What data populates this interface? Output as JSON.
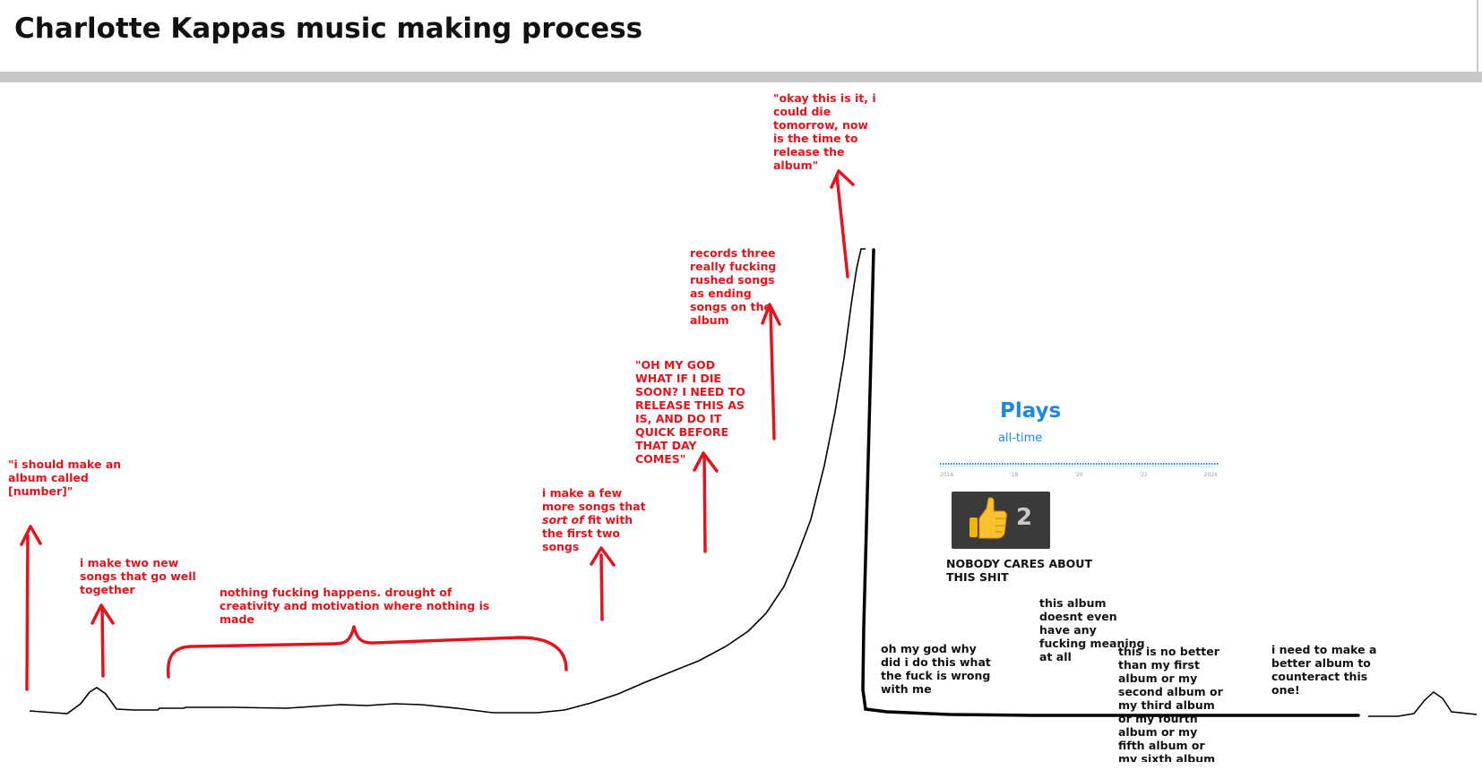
{
  "title": "Charlotte Kappas music making process",
  "annotations": {
    "album_idea": "\"i should make an album called [number]\"",
    "two_songs": "i make two new songs that go well together",
    "drought": "nothing fucking happens. drought of creativity and motivation where nothing is made",
    "few_more": "i make a few more songs that",
    "few_more_em": "sort of",
    "few_more_end": "fit with the first two songs",
    "oh_my_god": "\"OH MY GOD WHAT IF I DIE SOON? I NEED TO RELEASE THIS AS IS, AND DO IT QUICK BEFORE THAT DAY COMES\"",
    "rushed": "records three really fucking rushed songs as ending songs on the album",
    "release": "\"okay this is it, i could die tomorrow, now is the time to release the album\"",
    "why": "oh my god why did i do this what the fuck is wrong with me",
    "nobody": "NOBODY CARES ABOUT THIS SHIT",
    "meaning": "this album doesnt even have any fucking meaning at all",
    "no_better": "this is no better than my first album or my second album or my third album or my fourth album or my fifth album or my sixth album or my seventh",
    "counteract": "i need to make a better album to counteract this one!"
  },
  "plays_widget": {
    "title": "Plays",
    "subtitle": "all-time",
    "axis_labels": [
      "2016",
      "'18",
      "'20",
      "'22",
      "2024"
    ]
  },
  "like_badge": {
    "icon": "thumbs-up-icon",
    "count": "2"
  },
  "colors": {
    "annotation": "#e5131b",
    "curve": "#000000",
    "plays_blue": "#1e88e5",
    "badge_bg": "#3a3a3a"
  }
}
